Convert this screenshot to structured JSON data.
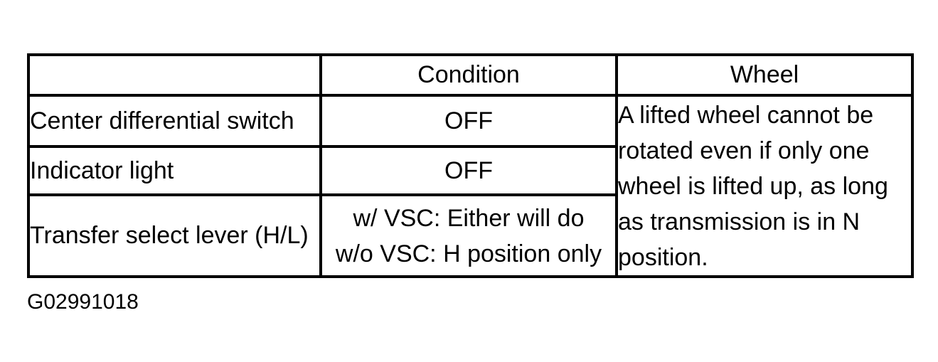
{
  "colors": {
    "background": "#ffffff",
    "border": "#000000",
    "text": "#000000"
  },
  "table": {
    "header": {
      "item": "",
      "condition": "Condition",
      "wheel": "Wheel"
    },
    "rows": [
      {
        "item": "Center differential switch",
        "condition": "OFF"
      },
      {
        "item": "Indicator light",
        "condition": "OFF"
      },
      {
        "item": "Transfer select lever (H/L)",
        "condition_lines": [
          "w/ VSC: Either will do",
          "w/o VSC: H position only"
        ]
      }
    ],
    "wheel_note": "A lifted wheel cannot be rotated even if only one wheel is lifted up, as long as transmission is in N position.",
    "wheel_note_lines": [
      "A lifted wheel cannot be",
      "rotated even if only one",
      "wheel is lifted up, as long",
      "as transmission is in N",
      "position."
    ]
  },
  "caption": "G02991018"
}
